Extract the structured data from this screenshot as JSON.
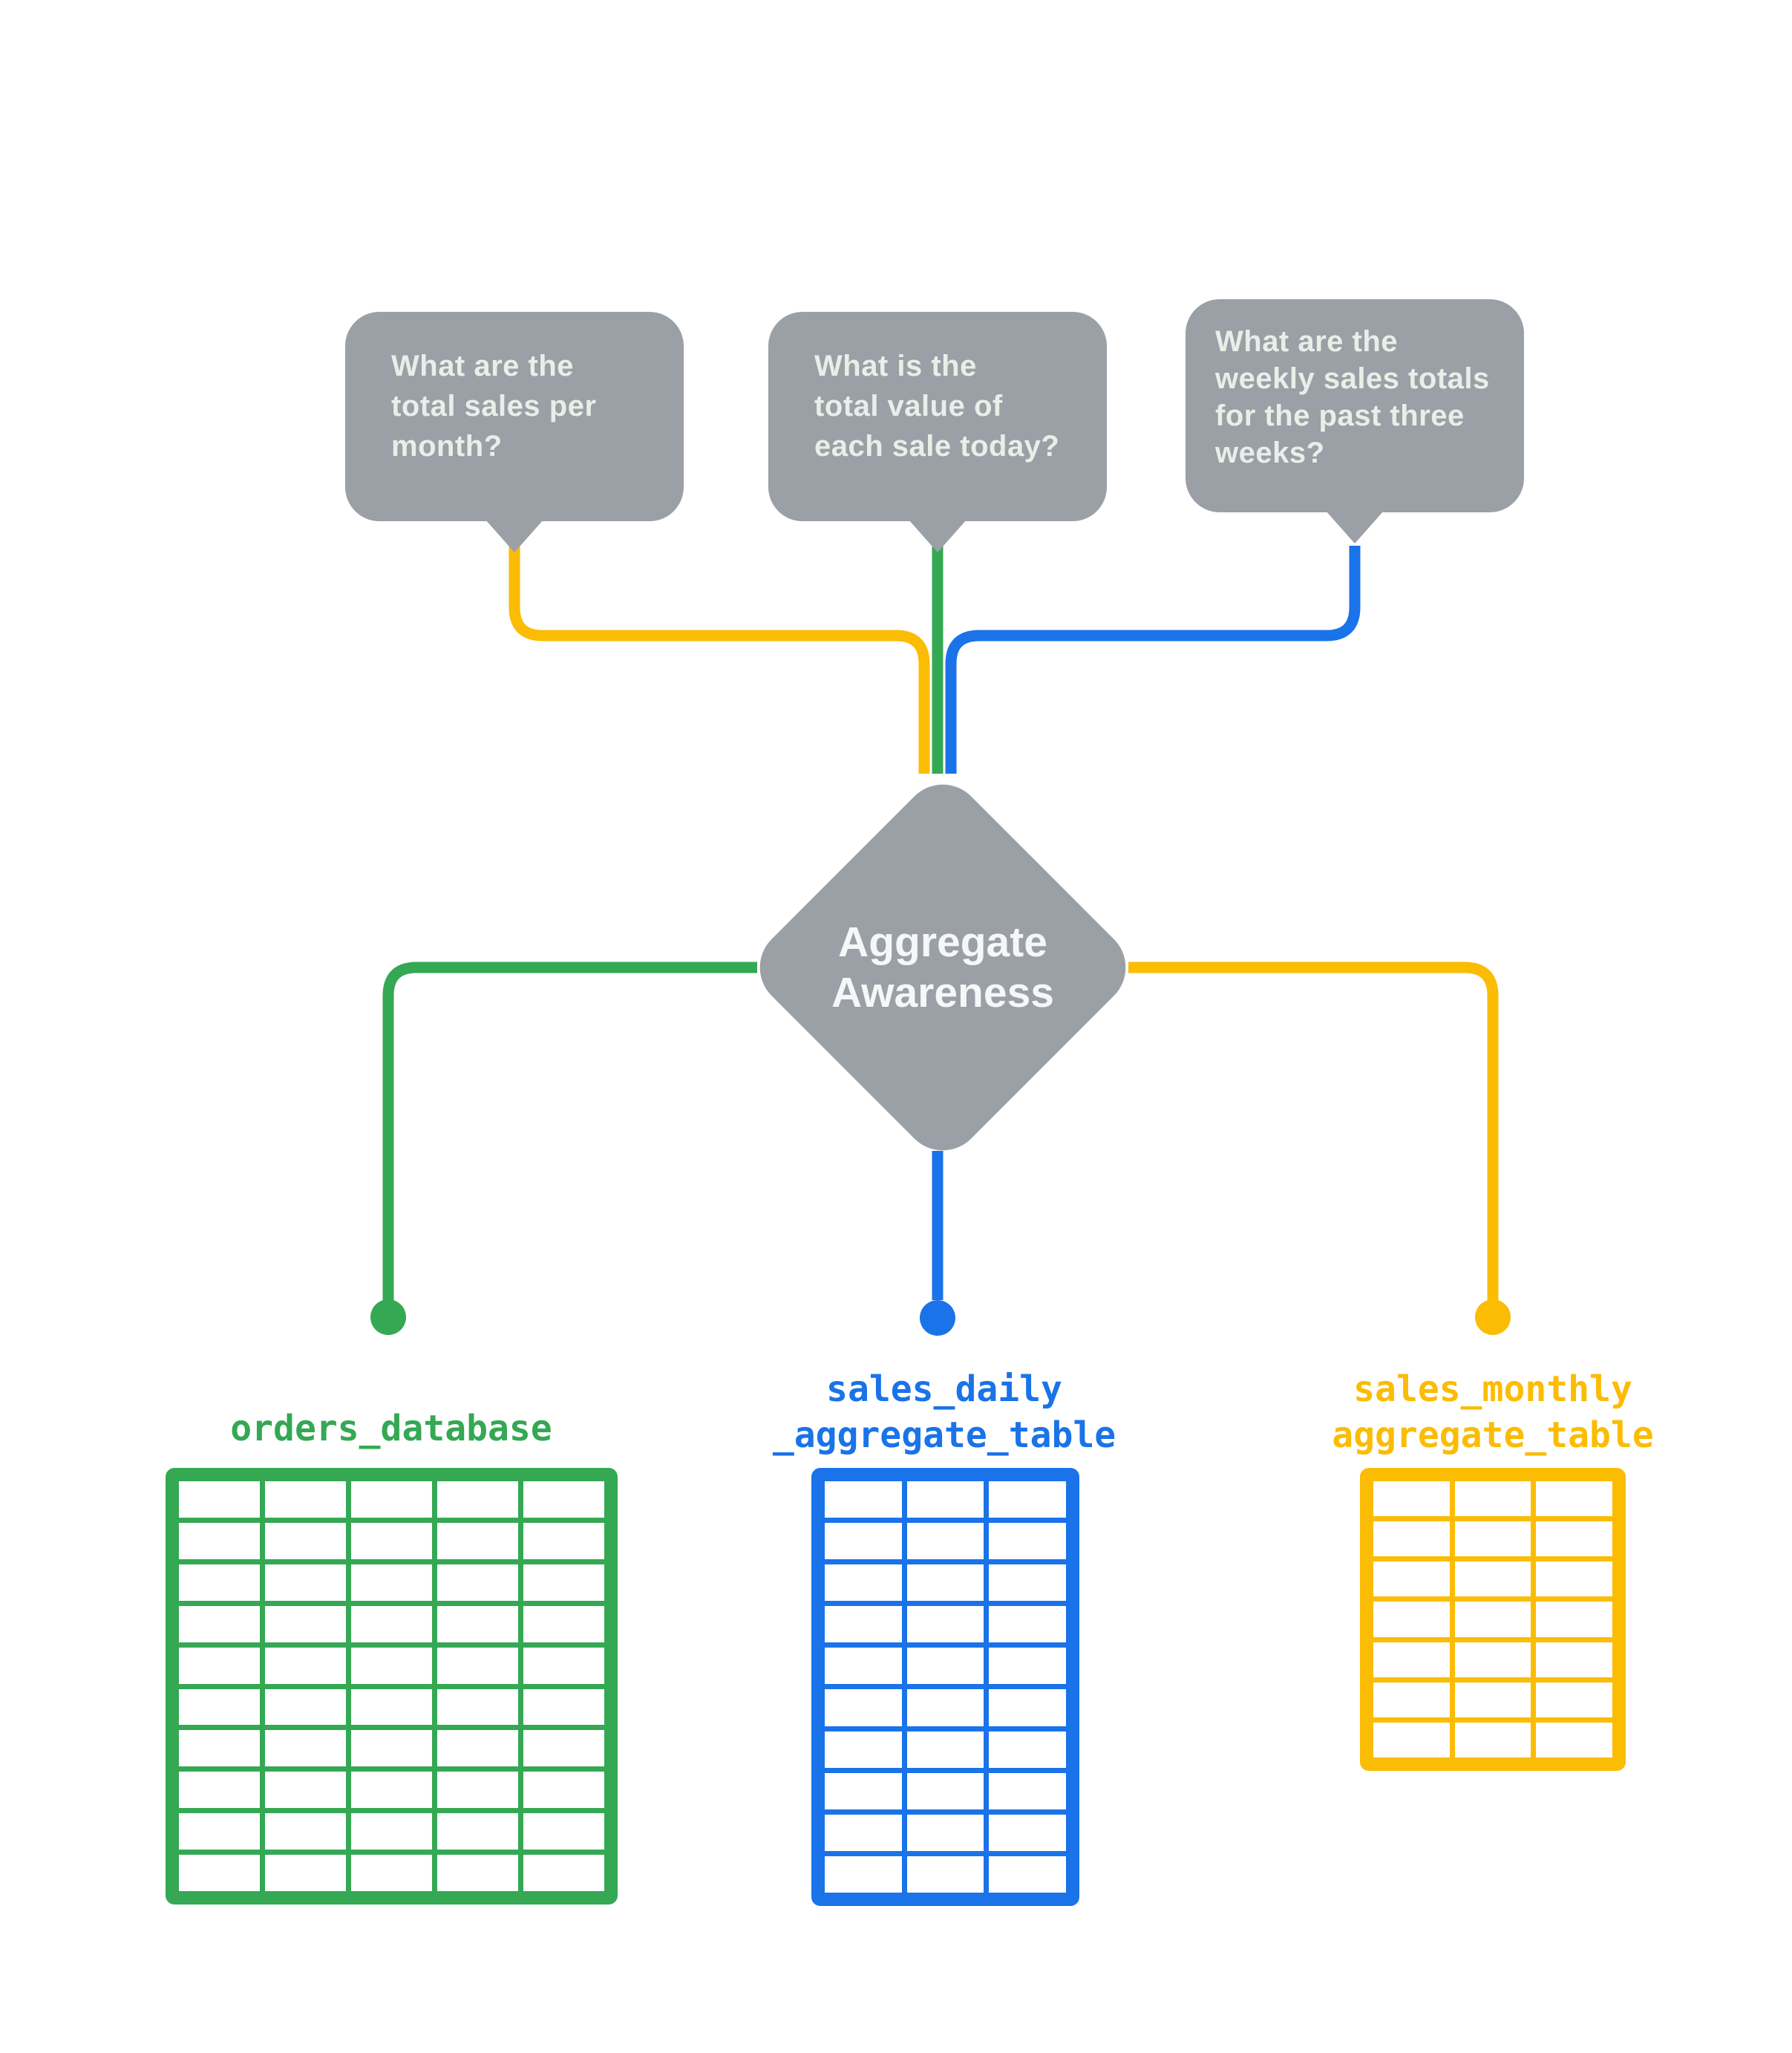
{
  "bubbles": [
    {
      "id": "question-total-sales-per-month",
      "lines": [
        "What are the",
        "total sales per",
        "month?"
      ],
      "connector_color": "yellow"
    },
    {
      "id": "question-total-value-each-sale",
      "lines": [
        "What is the",
        "total value of",
        "each sale today?"
      ],
      "connector_color": "green"
    },
    {
      "id": "question-weekly-sales-totals",
      "lines": [
        "What are the",
        "weekly sales totals",
        "for the past three",
        "weeks?"
      ],
      "connector_color": "blue"
    }
  ],
  "diamond": {
    "lines": [
      "Aggregate",
      "Awareness"
    ]
  },
  "tables": [
    {
      "name_lines": [
        "orders_database"
      ],
      "color": "green",
      "columns": 5,
      "rows": 10
    },
    {
      "name_lines": [
        "sales_daily",
        "_aggregate_table"
      ],
      "color": "blue",
      "columns": 3,
      "rows": 10
    },
    {
      "name_lines": [
        "sales_monthly",
        "aggregate_table"
      ],
      "color": "yellow",
      "columns": 3,
      "rows": 7
    }
  ],
  "colors": {
    "green": "#34A853",
    "blue": "#1A73E8",
    "yellow": "#FBBC04",
    "gray": "#9AA0A6",
    "bubble_text": "#E6F0E8",
    "diamond_text": "#F5F7F8"
  }
}
